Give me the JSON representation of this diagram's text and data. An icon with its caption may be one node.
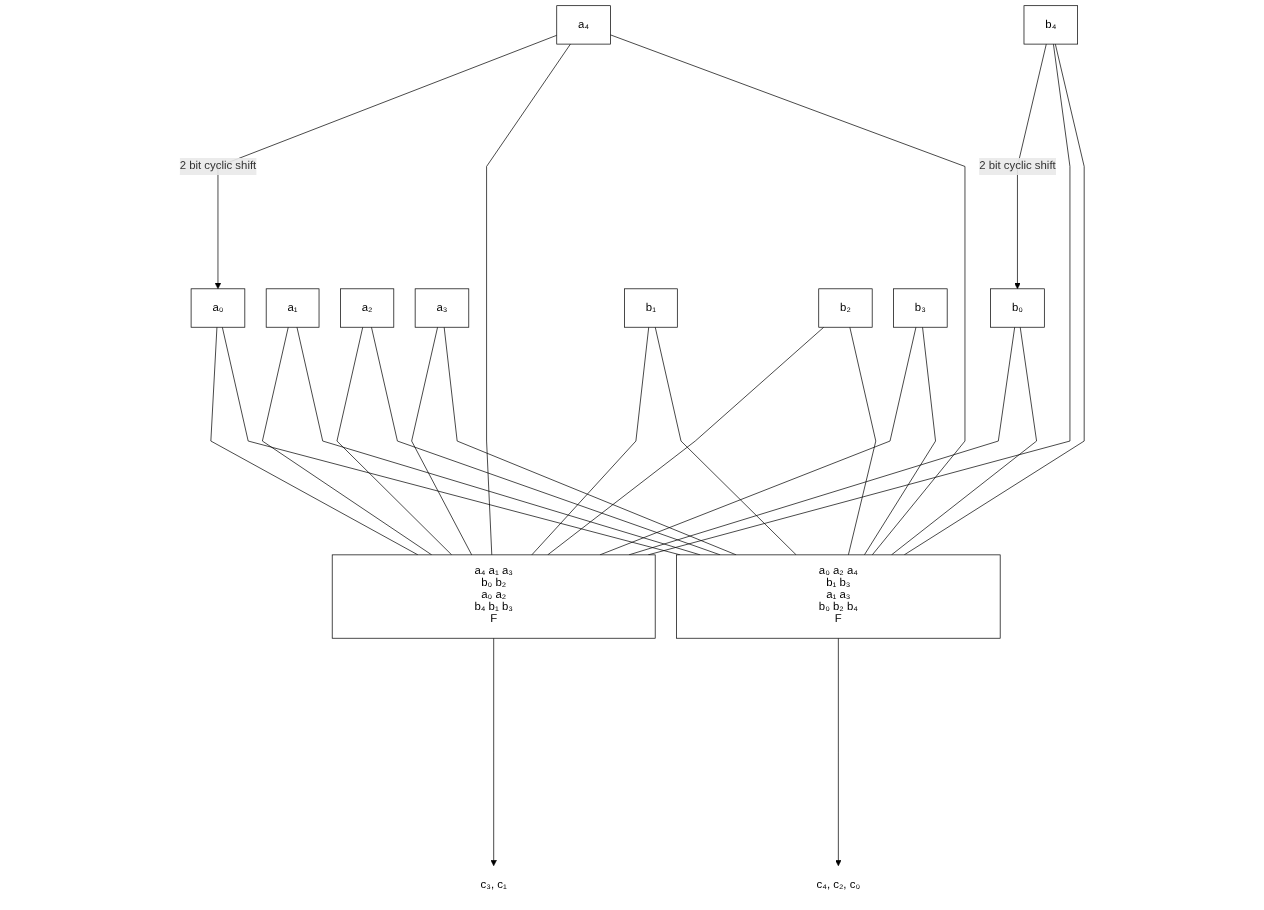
{
  "diagram": {
    "nodes": [
      {
        "text": [
          "a₀"
        ]
      },
      {
        "text": [
          "a₁"
        ]
      },
      {
        "text": [
          "a₂"
        ]
      },
      {
        "text": [
          "a₃"
        ]
      },
      {
        "text": [
          "a₄"
        ]
      },
      {
        "text": [
          "b₀"
        ]
      },
      {
        "text": [
          "b₁"
        ]
      },
      {
        "text": [
          "b₂"
        ]
      },
      {
        "text": [
          "b₃"
        ]
      },
      {
        "text": [
          "b₄"
        ]
      },
      {
        "text": [
          "a₄ a₁ a₃",
          "b₀ b₂",
          "a₀ a₂",
          "b₄ b₁ b₃",
          "F"
        ]
      },
      {
        "text": [
          "a₀ a₂ a₄",
          "b₁ b₃",
          "a₁ a₃",
          "b₀ b₂ b₄",
          "F"
        ]
      },
      {
        "text": [
          "c₃, c₁"
        ]
      },
      {
        "text": [
          "c₄, c₂, c₀"
        ]
      }
    ],
    "edges": [
      {
        "from": 4,
        "to": 0,
        "arrow": "to",
        "label": "2 bit cyclic shift"
      },
      {
        "from": 9,
        "to": 5,
        "arrow": "to",
        "label": "2 bit cyclic shift"
      },
      {
        "from": 0,
        "to": 10,
        "arrow": "none"
      },
      {
        "from": 1,
        "to": 10,
        "arrow": "none"
      },
      {
        "from": 2,
        "to": 10,
        "arrow": "none"
      },
      {
        "from": 3,
        "to": 10,
        "arrow": "none"
      },
      {
        "from": 4,
        "to": 10,
        "arrow": "none"
      },
      {
        "from": 5,
        "to": 10,
        "arrow": "none"
      },
      {
        "from": 6,
        "to": 10,
        "arrow": "none"
      },
      {
        "from": 7,
        "to": 10,
        "arrow": "none"
      },
      {
        "from": 8,
        "to": 10,
        "arrow": "none"
      },
      {
        "from": 9,
        "to": 10,
        "arrow": "none"
      },
      {
        "from": 0,
        "to": 11,
        "arrow": "none"
      },
      {
        "from": 1,
        "to": 11,
        "arrow": "none"
      },
      {
        "from": 2,
        "to": 11,
        "arrow": "none"
      },
      {
        "from": 3,
        "to": 11,
        "arrow": "none"
      },
      {
        "from": 4,
        "to": 11,
        "arrow": "none"
      },
      {
        "from": 5,
        "to": 11,
        "arrow": "none"
      },
      {
        "from": 6,
        "to": 11,
        "arrow": "none"
      },
      {
        "from": 7,
        "to": 11,
        "arrow": "none"
      },
      {
        "from": 8,
        "to": 11,
        "arrow": "none"
      },
      {
        "from": 9,
        "to": 11,
        "arrow": "none"
      },
      {
        "from": 10,
        "to": 12,
        "arrow": "to"
      },
      {
        "from": 11,
        "to": 13,
        "arrow": "to"
      }
    ]
  }
}
